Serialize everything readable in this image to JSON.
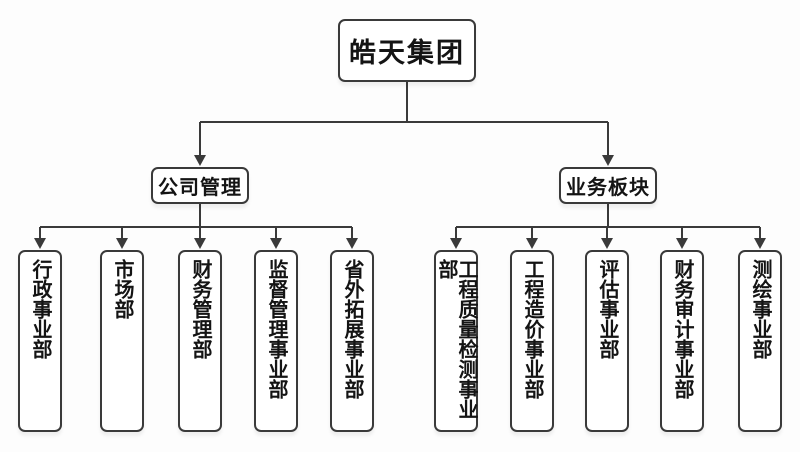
{
  "org": {
    "root": {
      "label": "皓天集团"
    },
    "branches": [
      {
        "label": "公司管理",
        "children": [
          {
            "label": "行政事业部"
          },
          {
            "label": "市场部"
          },
          {
            "label": "财务管理部"
          },
          {
            "label": "监督管理事业部"
          },
          {
            "label": "省外拓展事业部"
          }
        ]
      },
      {
        "label": "业务板块",
        "children": [
          {
            "label": "工程质量检测事业部"
          },
          {
            "label": "工程造价事业部"
          },
          {
            "label": "评估事业部"
          },
          {
            "label": "财务审计事业部"
          },
          {
            "label": "测绘事业部"
          }
        ]
      }
    ],
    "colors": {
      "line": "#3a3a3a",
      "box_border": "#3a3a3a",
      "box_fill": "#ffffff",
      "text": "#141414",
      "background": "#fdfdfd"
    }
  }
}
